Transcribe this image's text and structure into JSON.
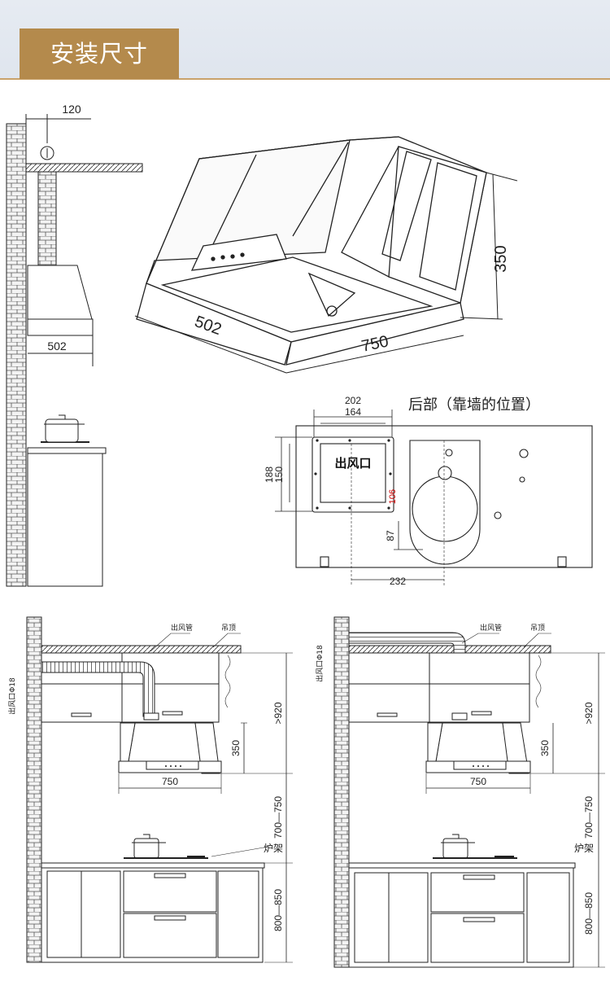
{
  "header": {
    "title": "安装尺寸",
    "colors": {
      "band": "#e2e8f0",
      "badge": "#b48a4c",
      "rule": "#c9a26a"
    }
  },
  "side_view": {
    "dim_offset": "120",
    "dim_width": "502"
  },
  "hood_3d": {
    "dim_depth": "502",
    "dim_width": "750",
    "dim_height": "350"
  },
  "rear_view": {
    "title": "后部（靠墙的位置）",
    "outlet_label": "出风口",
    "dim_202": "202",
    "dim_164": "164",
    "dim_188": "188",
    "dim_150": "150",
    "dim_106": "106",
    "dim_87": "87",
    "dim_232": "232"
  },
  "install_left": {
    "duct_label": "出风管",
    "ceiling_label": "吊顶",
    "outlet_side_label": "出风口Φ18",
    "dim_920": ">920",
    "dim_350": "350",
    "dim_750": "750",
    "dim_700_750": "700—750",
    "stove_label": "炉架",
    "dim_800_850": "800—850"
  },
  "install_right": {
    "duct_label": "出风管",
    "ceiling_label": "吊顶",
    "outlet_side_label": "出风口Φ18",
    "dim_920": ">920",
    "dim_350": "350",
    "dim_750": "750",
    "dim_700_750": "700—750",
    "stove_label": "炉架",
    "dim_800_850": "800—850"
  }
}
